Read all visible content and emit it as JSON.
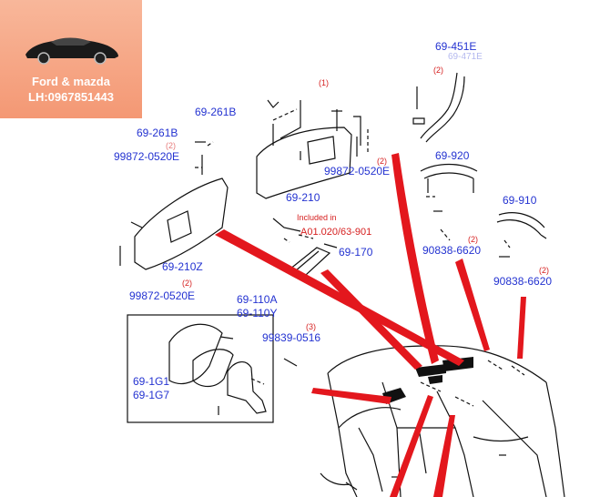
{
  "badge": {
    "line1": "Ford & mazda",
    "line2": "LH:0967851443",
    "icon": "sports-car-icon"
  },
  "labels": {
    "p69_451E": "69-451E",
    "p69_451E_ghost": "69-471E",
    "p69_261B_a": "69-261B",
    "p69_261B_b": "69-261B",
    "p99872_a": "99872-0520E",
    "p99872_b": "99872-0520E",
    "p99872_c": "99872-0520E",
    "p69_920": "69-920",
    "p69_910": "69-910",
    "p69_210": "69-210",
    "p69_210Z": "69-210Z",
    "p69_170": "69-170",
    "p90838_a": "90838-6620",
    "p90838_b": "90838-6620",
    "p69_110A": "69-110A",
    "p69_110Y": "69-110Y",
    "p99839": "99839-0516",
    "p69_1G1": "69-1G1",
    "p69_1G7": "69-1G7"
  },
  "qty": {
    "q1": "(1)",
    "q2_a": "(2)",
    "q2_b": "(2)",
    "q2_c": "(2)",
    "q2_d": "(2)",
    "q2_e": "(2)",
    "q2_f": "(2)",
    "q3": "(3)"
  },
  "notes": {
    "included_in": "Included in",
    "ref_code": "A01.020/63-901"
  }
}
